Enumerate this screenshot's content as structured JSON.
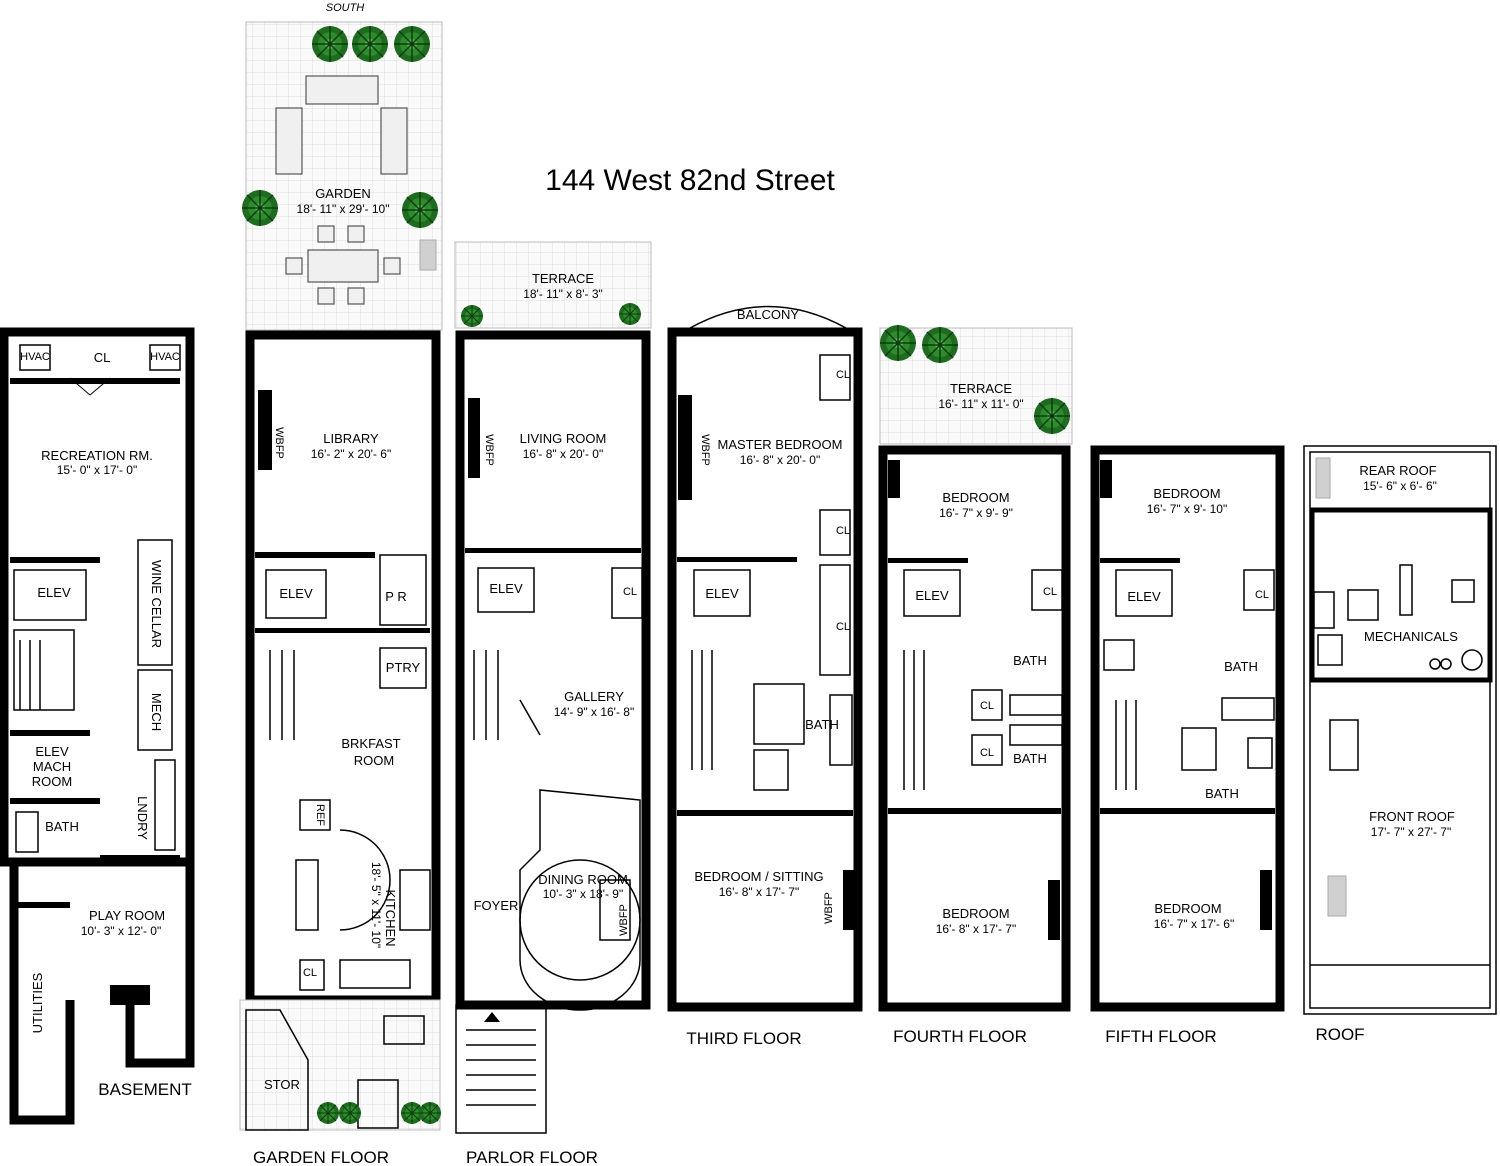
{
  "title": "144 West 82nd Street",
  "compass": "SOUTH",
  "floors": {
    "basement": "BASEMENT",
    "garden": "GARDEN FLOOR",
    "parlor": "PARLOR FLOOR",
    "third": "THIRD FLOOR",
    "fourth": "FOURTH FLOOR",
    "fifth": "FIFTH FLOOR",
    "roof": "ROOF"
  },
  "rooms": {
    "basement": {
      "hvac": "HVAC",
      "cl": "CL",
      "recreation": "RECREATION RM.",
      "recreation_dim": "15'- 0\" x 17'- 0\"",
      "elev": "ELEV",
      "wine_cellar": "WINE CELLAR",
      "mech": "MECH",
      "elev_mach_1": "ELEV",
      "elev_mach_2": "MACH",
      "elev_mach_3": "ROOM",
      "bath": "BATH",
      "lndry": "LNDRY",
      "play_room": "PLAY ROOM",
      "play_room_dim": "10'- 3\" x 12'- 0\"",
      "utilities": "UTILITIES"
    },
    "garden": {
      "garden": "GARDEN",
      "garden_dim": "18'- 11\" x 29'- 10\"",
      "library": "LIBRARY",
      "library_dim": "16'- 2\" x 20'- 6\"",
      "wbfp": "WBFP",
      "elev": "ELEV",
      "pr": "P R",
      "ptry": "PTRY",
      "brkfast_1": "BRKFAST",
      "brkfast_2": "ROOM",
      "kitchen": "KITCHEN",
      "kitchen_dim": "18'- 5\" x 11'- 10\"",
      "ref": "REF",
      "cl": "CL",
      "stor": "STOR"
    },
    "parlor": {
      "terrace": "TERRACE",
      "terrace_dim": "18'- 11\" x 8'- 3\"",
      "living": "LIVING ROOM",
      "living_dim": "16'- 8\" x 20'- 0\"",
      "wbfp": "WBFP",
      "elev": "ELEV",
      "cl": "CL",
      "gallery": "GALLERY",
      "gallery_dim": "14'- 9\" x 16'- 8\"",
      "dining": "DINING ROOM",
      "dining_dim": "10'- 3\" x 18'- 9\"",
      "foyer": "FOYER",
      "wbfp2": "WBFP"
    },
    "third": {
      "balcony": "BALCONY",
      "master": "MASTER BEDROOM",
      "master_dim": "16'- 8\" x 20'- 0\"",
      "wbfp": "WBFP",
      "cl": "CL",
      "elev": "ELEV",
      "bath": "BATH",
      "bedsit": "BEDROOM / SITTING",
      "bedsit_dim": "16'- 8\" x 17'- 7\""
    },
    "fourth": {
      "terrace": "TERRACE",
      "terrace_dim": "16'- 11\" x 11'- 0\"",
      "bedroom1": "BEDROOM",
      "bedroom1_dim": "16'- 7\" x 9'- 9\"",
      "elev": "ELEV",
      "cl": "CL",
      "bath": "BATH",
      "bedroom2": "BEDROOM",
      "bedroom2_dim": "16'- 8\" x 17'- 7\""
    },
    "fifth": {
      "bedroom1": "BEDROOM",
      "bedroom1_dim": "16'- 7\" x 9'- 10\"",
      "elev": "ELEV",
      "cl": "CL",
      "bath": "BATH",
      "bedroom2": "BEDROOM",
      "bedroom2_dim": "16'- 7\" x 17'- 6\""
    },
    "roof": {
      "rear": "REAR ROOF",
      "rear_dim": "15'- 6\" x 6'- 6\"",
      "mech": "MECHANICALS",
      "front": "FRONT ROOF",
      "front_dim": "17'- 7\" x 27'- 7\""
    }
  },
  "colors": {
    "wall": "#000000",
    "foliage": "#1f6b1f",
    "paving_line": "#cccccc"
  }
}
